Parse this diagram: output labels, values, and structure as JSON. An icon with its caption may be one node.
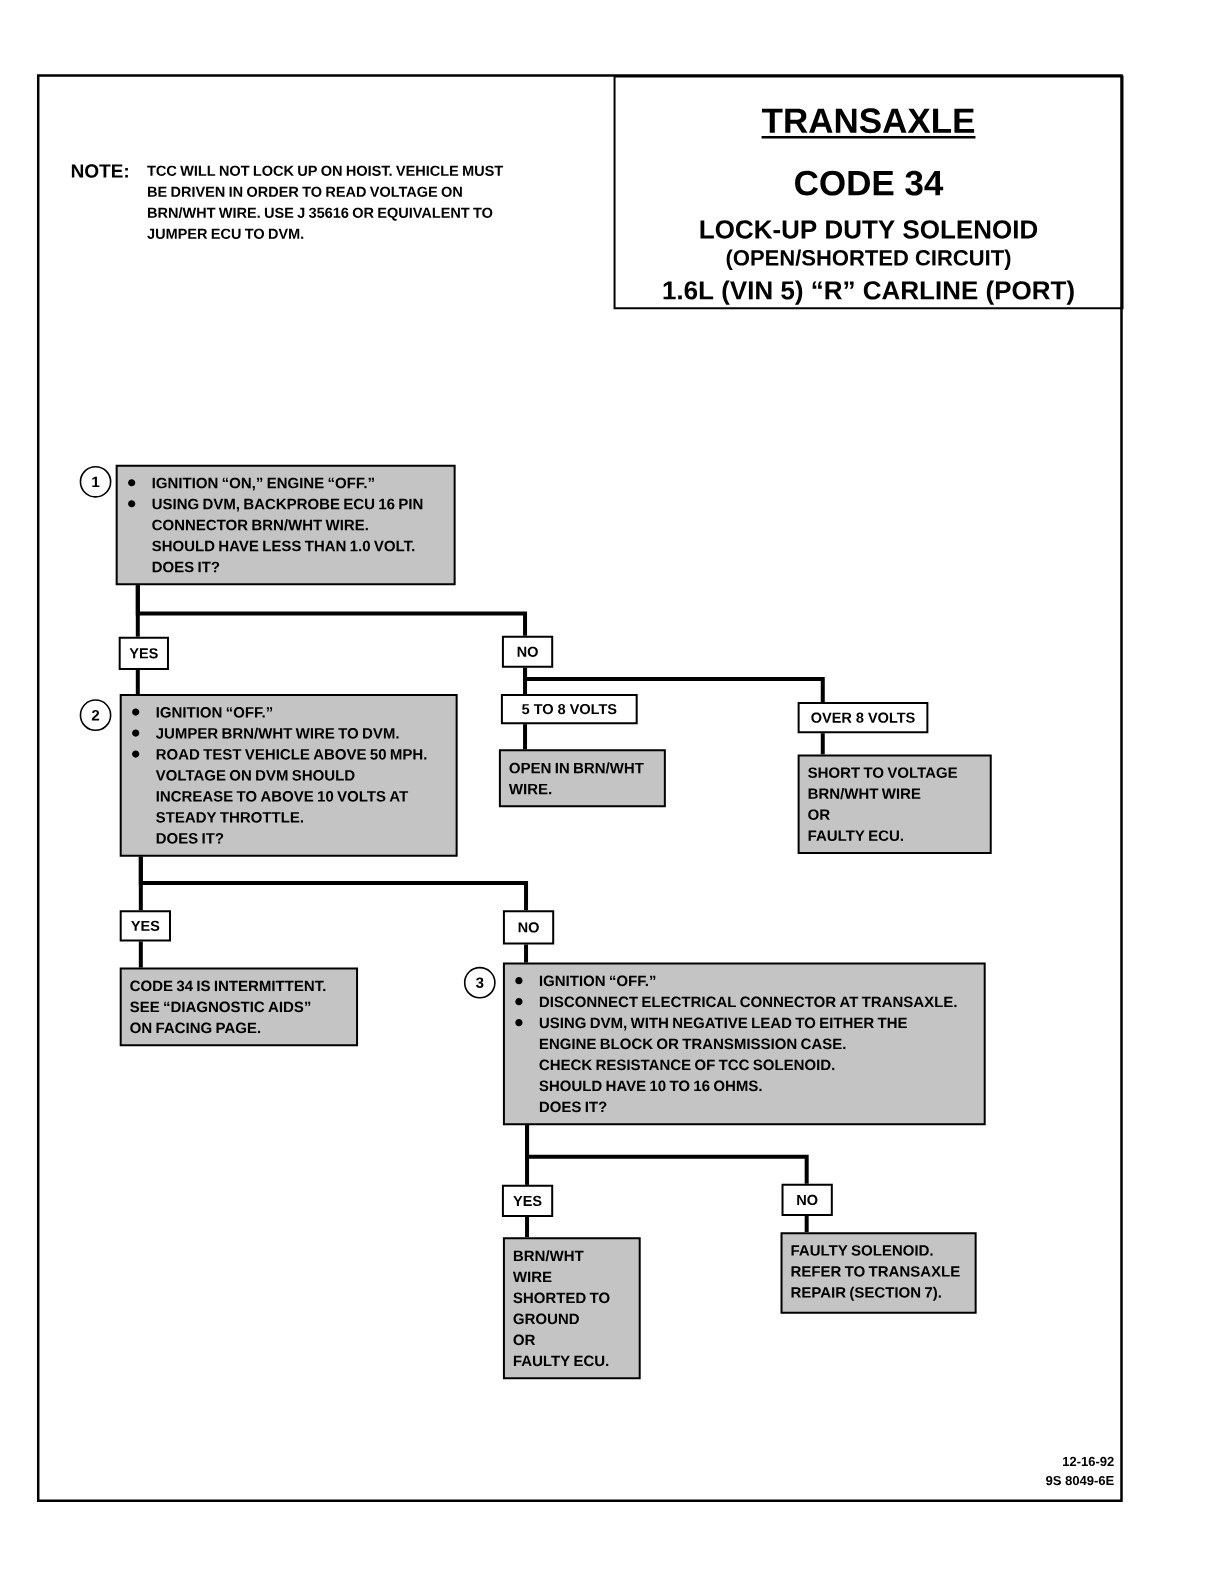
{
  "diagram": {
    "nodes": [
      {
        "text": [
          "TRANSAXLE",
          "CODE 34",
          "LOCK-UP DUTY SOLENOID",
          "(OPEN/SHORTED CIRCUIT)",
          "1.6L (VIN 5) “R” CARLINE (PORT)"
        ]
      },
      {
        "text": [
          "IGNITION “ON,” ENGINE “OFF.”",
          "USING DVM, BACKPROBE ECU 16 PIN CONNECTOR BRN/WHT WIRE.",
          "SHOULD HAVE LESS THAN 1.0 VOLT.",
          "DOES IT?"
        ],
        "beside": [
          "1"
        ]
      },
      {
        "text": [
          "YES"
        ]
      },
      {
        "text": [
          "NO"
        ]
      },
      {
        "text": [
          "IGNITION “OFF.”",
          "JUMPER BRN/WHT WIRE TO DVM.",
          "ROAD TEST VEHICLE ABOVE 50 MPH.",
          "VOLTAGE ON DVM SHOULD INCREASE TO ABOVE 10 VOLTS AT STEADY THROTTLE.",
          "DOES IT?"
        ],
        "beside": [
          "2"
        ]
      },
      {
        "text": [
          "5 TO 8 VOLTS"
        ]
      },
      {
        "text": [
          "OVER 8 VOLTS"
        ]
      },
      {
        "text": [
          "OPEN IN BRN/WHT WIRE."
        ]
      },
      {
        "text": [
          "SHORT TO VOLTAGE BRN/WHT WIRE",
          "OR",
          "FAULTY ECU."
        ]
      },
      {
        "text": [
          "YES"
        ]
      },
      {
        "text": [
          "NO"
        ]
      },
      {
        "text": [
          "CODE 34 IS INTERMITTENT.",
          "SEE “DIAGNOSTIC AIDS” ON FACING PAGE."
        ]
      },
      {
        "text": [
          "IGNITION “OFF.”",
          "DISCONNECT ELECTRICAL CONNECTOR AT TRANSAXLE.",
          "USING DVM, WITH NEGATIVE LEAD TO EITHER THE ENGINE BLOCK OR TRANSMISSION CASE.",
          "CHECK RESISTANCE OF TCC SOLENOID.",
          "SHOULD HAVE 10 TO 16 OHMS.",
          "DOES IT?"
        ],
        "beside": [
          "3"
        ]
      },
      {
        "text": [
          "YES"
        ]
      },
      {
        "text": [
          "NO"
        ]
      },
      {
        "text": [
          "BRN/WHT WIRE SHORTED TO GROUND",
          "OR",
          "FAULTY ECU."
        ]
      },
      {
        "text": [
          "FAULTY SOLENOID.",
          "REFER TO TRANSAXLE REPAIR (SECTION 7)."
        ]
      }
    ],
    "edges": [
      {
        "from": 1,
        "to": 2,
        "arrow": "none"
      },
      {
        "from": 1,
        "to": 3,
        "arrow": "none"
      },
      {
        "from": 2,
        "to": 4,
        "arrow": "none"
      },
      {
        "from": 3,
        "to": 5,
        "arrow": "none"
      },
      {
        "from": 3,
        "to": 6,
        "arrow": "none"
      },
      {
        "from": 5,
        "to": 7,
        "arrow": "none"
      },
      {
        "from": 6,
        "to": 8,
        "arrow": "none"
      },
      {
        "from": 4,
        "to": 9,
        "arrow": "none"
      },
      {
        "from": 4,
        "to": 10,
        "arrow": "none"
      },
      {
        "from": 9,
        "to": 11,
        "arrow": "none"
      },
      {
        "from": 10,
        "to": 12,
        "arrow": "none"
      },
      {
        "from": 12,
        "to": 13,
        "arrow": "none"
      },
      {
        "from": 12,
        "to": 14,
        "arrow": "none"
      },
      {
        "from": 13,
        "to": 15,
        "arrow": "none"
      },
      {
        "from": 14,
        "to": 16,
        "arrow": "none"
      }
    ],
    "labels": [
      "NOTE:",
      "TCC WILL NOT LOCK UP ON HOIST. VEHICLE MUST BE DRIVEN IN ORDER TO READ VOLTAGE ON BRN/WHT WIRE. USE J 35616 OR EQUIVALENT TO JUMPER ECU TO DVM.",
      "12-16-92",
      "9S 8049-6E"
    ]
  }
}
